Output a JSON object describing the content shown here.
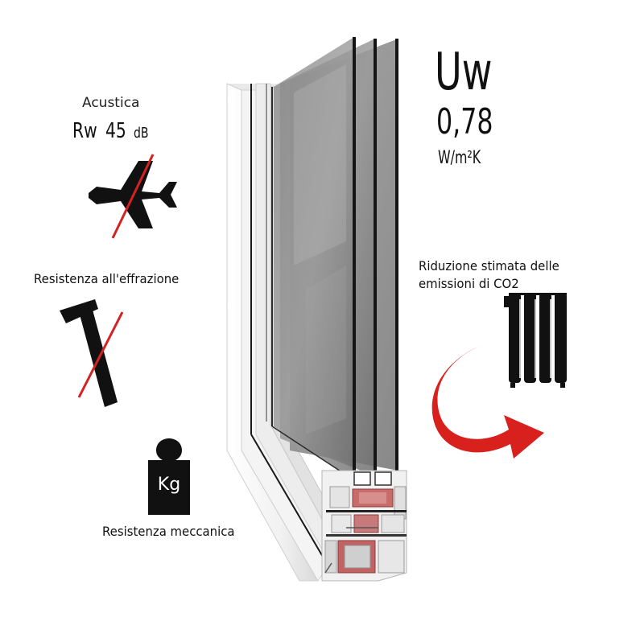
{
  "acoustic": {
    "label": "Acustica",
    "rating_prefix": "Rw",
    "rating_value": "45",
    "rating_unit": "dB"
  },
  "burglary": {
    "label": "Resistenza all'effrazione"
  },
  "mechanical": {
    "label": "Resistenza meccanica",
    "weight_label": "Kg"
  },
  "thermal": {
    "symbol": "Uw",
    "value": "0,78",
    "unit": "W/m²K"
  },
  "emissions": {
    "line1": "Riduzione stimata delle",
    "line2": "emissioni di CO2"
  },
  "colors": {
    "strike_red": "#d42121",
    "arrow_red": "#d8201c",
    "icon_black": "#111111",
    "glass_gray": "#7c7c7c",
    "frame_white": "#f2f2f2",
    "frame_shadow": "#c9c9c9",
    "insulation_red": "#c97070"
  },
  "icons": {
    "airplane": "airplane-icon",
    "hammer": "hammer-icon",
    "weight": "weight-icon",
    "radiator": "radiator-icon",
    "arrow": "curved-arrow-icon"
  }
}
